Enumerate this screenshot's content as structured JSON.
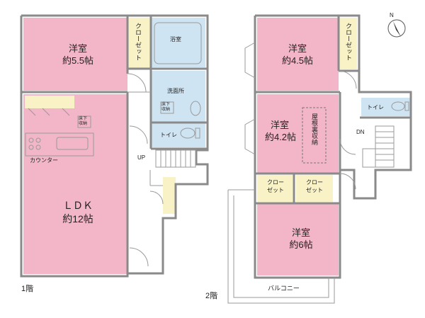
{
  "floor1": {
    "label": "1階",
    "room_nw": {
      "name": "洋室",
      "size": "約5.5帖"
    },
    "closet": "クローゼット",
    "bath": "浴室",
    "washroom": "洗面所",
    "storage_wash": "床下収納",
    "toilet": "トイレ",
    "storage_kitchen": "床下収納",
    "counter": "カウンター",
    "up": "UP",
    "ldk": {
      "name": "ＬＤＫ",
      "size": "約12帖"
    }
  },
  "floor2": {
    "label": "2階",
    "room_n": {
      "name": "洋室",
      "size": "約4.5帖"
    },
    "closet_n": "クローゼット",
    "toilet": "トイレ",
    "room_w": {
      "name": "洋室",
      "size": "約4.2帖"
    },
    "attic": "屋根裏収納",
    "dn": "DN",
    "closet_a": "クローゼット",
    "closet_b": "クローゼット",
    "room_s": {
      "name": "洋室",
      "size": "約6帖"
    },
    "balcony": "バルコニー"
  },
  "compass": {
    "label": "N"
  }
}
